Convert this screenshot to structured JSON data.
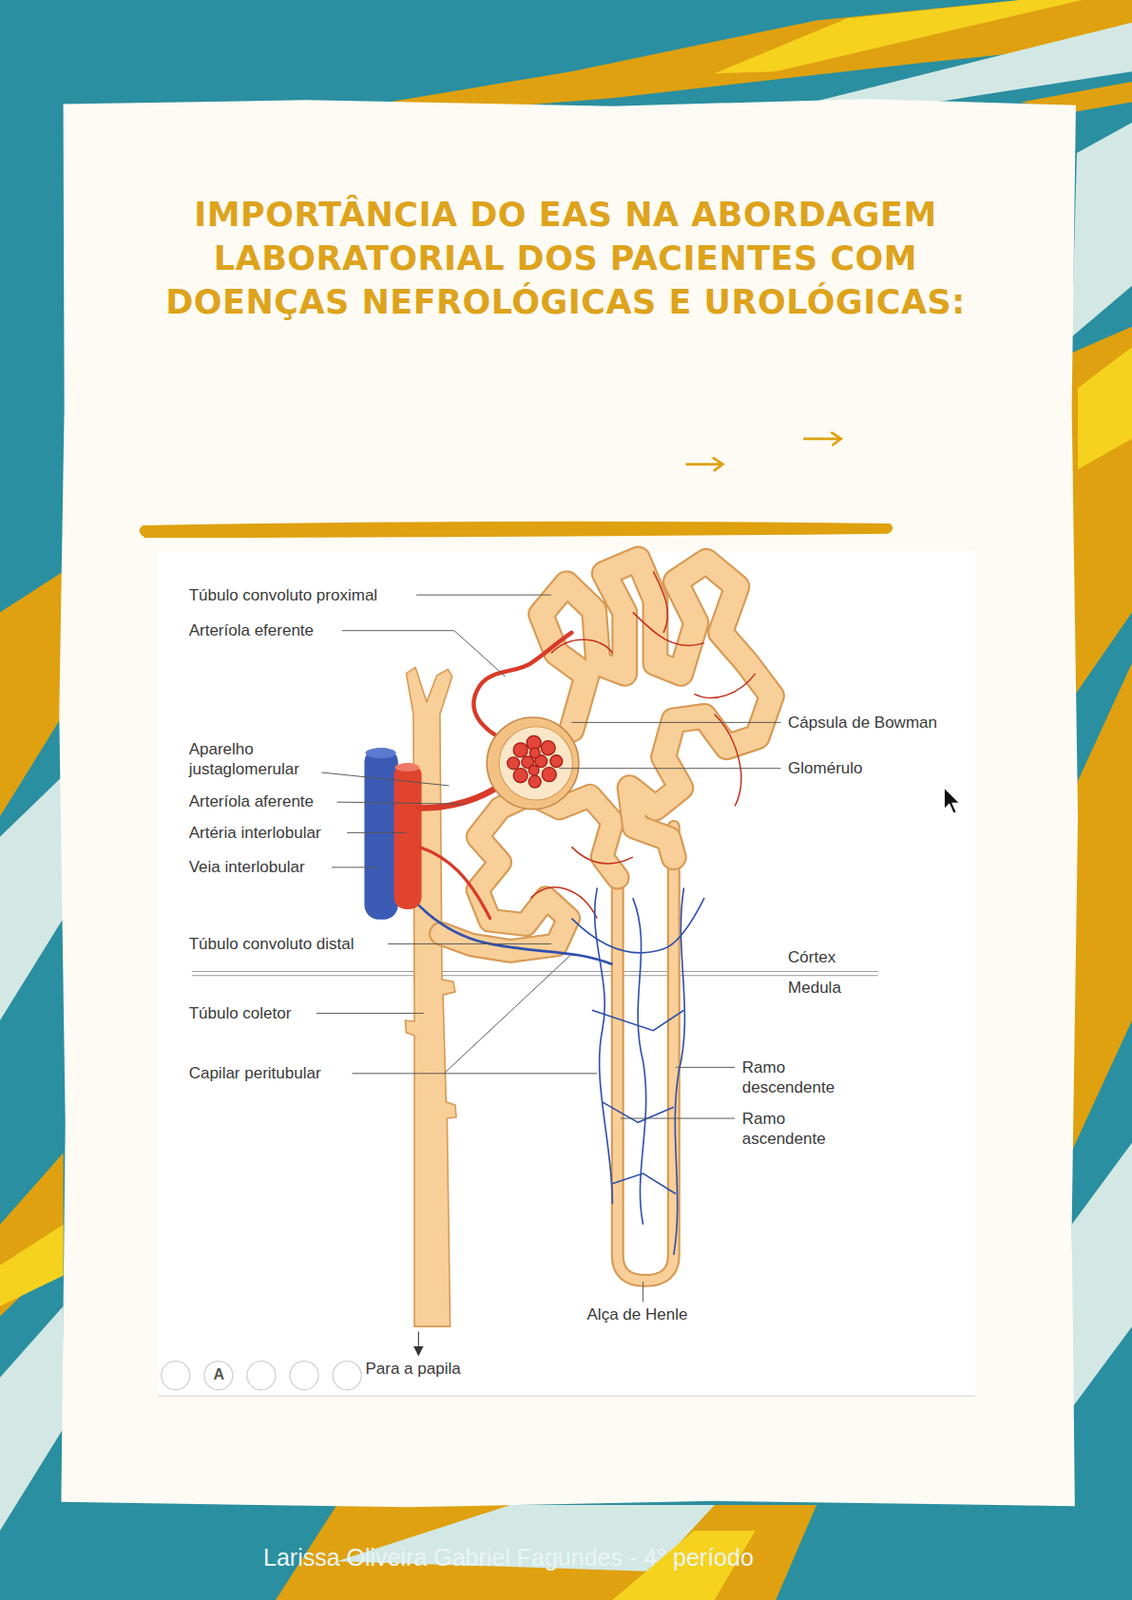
{
  "diagram": {
    "title": "IMPORTÂNCIA DO EAS NA ABORDAGEM LABORATORIAL DOS PACIENTES COM DOENÇAS NEFROLÓGICAS E UROLÓGICAS:",
    "caption": "Larissa Oliveira Gabriel Fagundes - 4° período",
    "labels": [
      "Túbulo convoluto proximal",
      "Arteríola eferente",
      "Aparelho justaglomerular",
      "Arteríola aferente",
      "Artéria interlobular",
      "Veia interlobular",
      "Túbulo convoluto distal",
      "Túbulo coletor",
      "Capilar peritubular",
      "Cápsula de Bowman",
      "Glomérulo",
      "Córtex",
      "Medula",
      "Ramo descendente",
      "Ramo ascendente",
      "Alça de Henle",
      "Para a papila",
      "A"
    ]
  }
}
